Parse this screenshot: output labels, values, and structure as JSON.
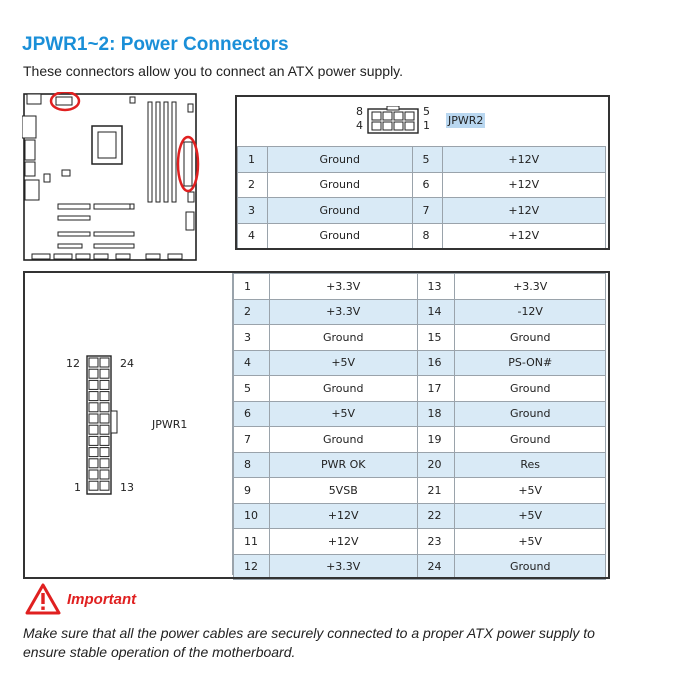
{
  "heading": {
    "title": "JPWR1~2: Power Connectors",
    "subtitle": "These connectors allow you to connect an ATX power supply."
  },
  "jpwr2": {
    "label": "JPWR2",
    "pin_marks": {
      "top_left": "8",
      "top_right": "5",
      "bottom_left": "4",
      "bottom_right": "1"
    },
    "rows": [
      {
        "p1": "1",
        "s1": "Ground",
        "p2": "5",
        "s2": "+12V"
      },
      {
        "p1": "2",
        "s1": "Ground",
        "p2": "6",
        "s2": "+12V"
      },
      {
        "p1": "3",
        "s1": "Ground",
        "p2": "7",
        "s2": "+12V"
      },
      {
        "p1": "4",
        "s1": "Ground",
        "p2": "8",
        "s2": "+12V"
      }
    ]
  },
  "jpwr1": {
    "label": "JPWR1",
    "pin_marks": {
      "top_left": "12",
      "top_right": "24",
      "bottom_left": "1",
      "bottom_right": "13"
    },
    "rows": [
      {
        "p1": "1",
        "s1": "+3.3V",
        "p2": "13",
        "s2": "+3.3V"
      },
      {
        "p1": "2",
        "s1": "+3.3V",
        "p2": "14",
        "s2": "-12V"
      },
      {
        "p1": "3",
        "s1": "Ground",
        "p2": "15",
        "s2": "Ground"
      },
      {
        "p1": "4",
        "s1": "+5V",
        "p2": "16",
        "s2": "PS-ON#"
      },
      {
        "p1": "5",
        "s1": "Ground",
        "p2": "17",
        "s2": "Ground"
      },
      {
        "p1": "6",
        "s1": "+5V",
        "p2": "18",
        "s2": "Ground"
      },
      {
        "p1": "7",
        "s1": "Ground",
        "p2": "19",
        "s2": "Ground"
      },
      {
        "p1": "8",
        "s1": "PWR OK",
        "p2": "20",
        "s2": "Res"
      },
      {
        "p1": "9",
        "s1": "5VSB",
        "p2": "21",
        "s2": "+5V"
      },
      {
        "p1": "10",
        "s1": "+12V",
        "p2": "22",
        "s2": "+5V"
      },
      {
        "p1": "11",
        "s1": "+12V",
        "p2": "23",
        "s2": "+5V"
      },
      {
        "p1": "12",
        "s1": "+3.3V",
        "p2": "24",
        "s2": "Ground"
      }
    ]
  },
  "important": {
    "label": "Important",
    "note": "Make sure that all the power cables are securely connected to a proper ATX power supply to ensure stable operation of the motherboard."
  },
  "colors": {
    "title": "#1a8fd8",
    "row_highlight": "#d9eaf6",
    "warning": "#e02020"
  },
  "icons": [
    "warning-triangle-icon",
    "motherboard-diagram",
    "connector-8pin-icon",
    "connector-24pin-icon"
  ]
}
